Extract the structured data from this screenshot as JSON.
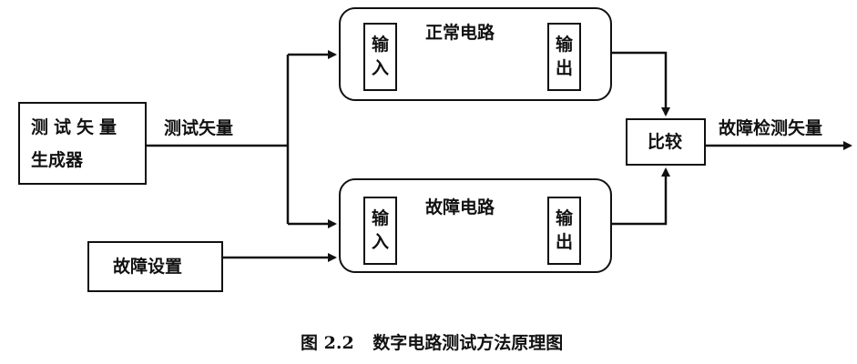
{
  "generator": {
    "line1": "测试矢量",
    "line2": "生成器"
  },
  "vector_label": "测试矢量",
  "fault_setting": "故障设置",
  "normal_circuit": {
    "title": "正常电路",
    "input": "输入",
    "output": "输出"
  },
  "fault_circuit": {
    "title": "故障电路",
    "input": "输入",
    "output": "输出"
  },
  "compare": "比较",
  "result_label": "故障检测矢量",
  "caption": {
    "number": "图 2.2",
    "text": "数字电路测试方法原理图"
  }
}
